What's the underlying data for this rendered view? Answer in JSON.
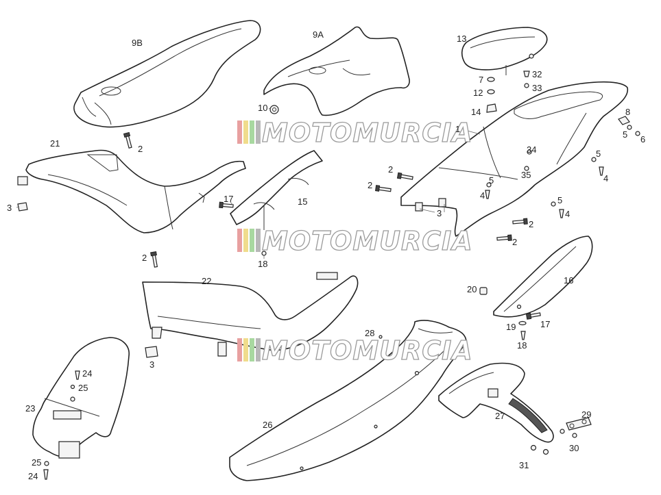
{
  "watermark": {
    "text": "MOTOMURCIA",
    "bar_colors": [
      "#e8a0a0",
      "#f0dc8c",
      "#a8d8a0",
      "#b8b8b8"
    ]
  },
  "callouts": {
    "c9b": "9B",
    "c9a": "9A",
    "c13": "13",
    "c7": "7",
    "c12": "12",
    "c14": "14",
    "c32": "32",
    "c33": "33",
    "c10": "10",
    "c1": "1",
    "c8": "8",
    "c5a": "5",
    "c6": "6",
    "c21": "21",
    "c2a": "2",
    "c3a": "3",
    "c17a": "17",
    "c15": "15",
    "c18a": "18",
    "c2b": "2",
    "c2c": "2",
    "c34": "34",
    "c35": "35",
    "c5b": "5",
    "c4a": "4",
    "c5c": "5",
    "c4b": "4",
    "c5d": "5",
    "c4c": "4",
    "c3b": "3",
    "c2d": "2",
    "c2e": "2",
    "c2f": "2",
    "c22": "22",
    "c3c": "3",
    "c16": "16",
    "c20": "20",
    "c19": "19",
    "c17b": "17",
    "c18b": "18",
    "c28": "28",
    "c24a": "24",
    "c25a": "25",
    "c23": "23",
    "c26": "26",
    "c27": "27",
    "c29": "29",
    "c30": "30",
    "c31": "31",
    "c25b": "25",
    "c24b": "24"
  }
}
